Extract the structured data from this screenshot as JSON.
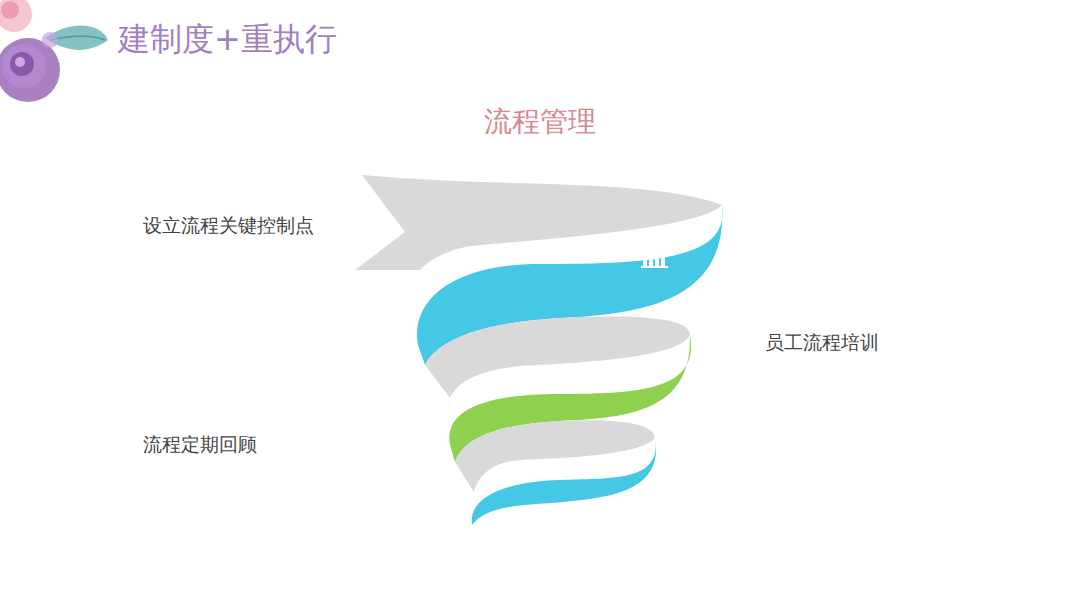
{
  "diagram": {
    "title": "建制度+重执行",
    "labels": [
      "流程管理",
      "设立流程关键控制点",
      "员工流程培训",
      "流程定期回顾"
    ]
  }
}
